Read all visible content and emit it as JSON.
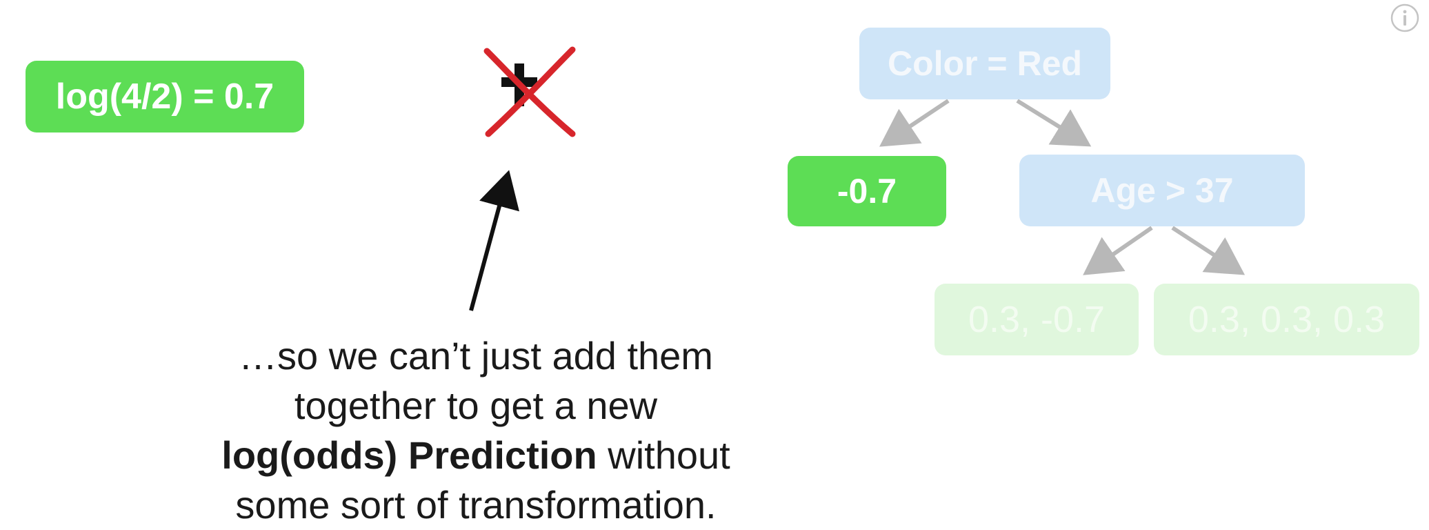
{
  "prior": {
    "label": "log(4/2) = 0.7"
  },
  "tree": {
    "root": "Color = Red",
    "leaf_left": "-0.7",
    "internal": "Age > 37",
    "leaf_a": "0.3, -0.7",
    "leaf_b": "0.3, 0.3, 0.3"
  },
  "caption": {
    "line1": "…so we can’t just add them",
    "line2": "together to get a new",
    "line3_bold": "log(odds) Prediction",
    "line3_rest": " without",
    "line4": "some sort of transformation."
  },
  "icons": {
    "plus": "plus-icon",
    "cross": "red-x-icon",
    "info": "info-icon"
  },
  "colors": {
    "green": "#5ddd55",
    "faded_blue": "#cfe5f8",
    "faded_green": "#e0f7dd",
    "cross_red": "#d7262c",
    "arrow_gray": "#b8b8b8"
  }
}
